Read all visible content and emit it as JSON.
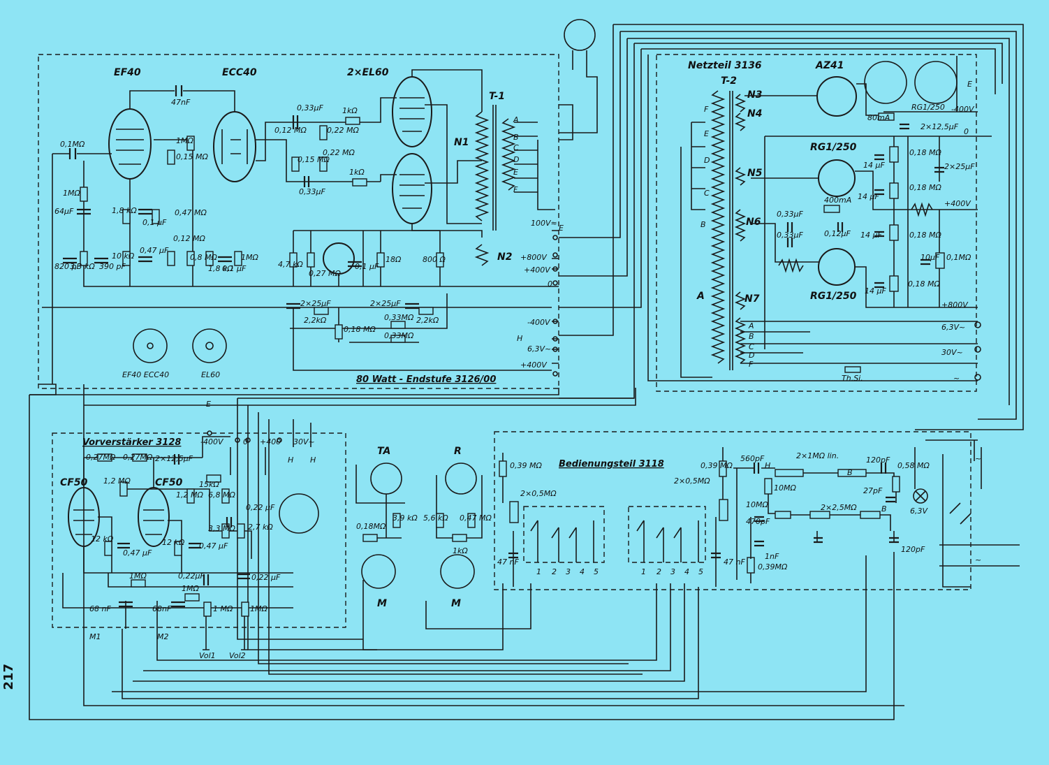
{
  "page_number": "217",
  "sections": {
    "endstufe": "80 Watt - Endstufe 3126/00",
    "netzteil": "Netzteil 3136",
    "vorverstaerker": "Vorverstärker 3128",
    "bedienungsteil": "Bedienungsteil 3118"
  },
  "tubes": {
    "ef40": "EF40",
    "ecc40": "ECC40",
    "el60": "2×EL60",
    "az41": "AZ41",
    "rg1": "RG1/250",
    "rg2": "RG1/250",
    "rg3": "RG1/250",
    "cf50a": "CF50",
    "cf50b": "CF50"
  },
  "socket_labels": {
    "ef40_ecc40": "EF40  ECC40",
    "el60": "EL60"
  },
  "transformers": {
    "t1": "T-1",
    "t2": "T-2",
    "n1": "N1",
    "n2": "N2",
    "n3": "N3",
    "n4": "N4",
    "n5": "N5",
    "n6": "N6",
    "n7": "N7"
  },
  "components_endstufe": [
    "0,1MΩ",
    "47nF",
    "1MΩ",
    "64µF",
    "1,8 kΩ",
    "0,1 µF",
    "820 pF",
    "3,3 kΩ",
    "390 pF",
    "10 kΩ",
    "1MΩ",
    "0,15 MΩ",
    "0,12 MΩ",
    "0,8 MΩ",
    "1,8 kΩ",
    "0,1 µF",
    "1MΩ",
    "0,47 MΩ",
    "0,47 µF",
    "0,33µF",
    "0,12 MΩ",
    "0,15 MΩ",
    "0,22 MΩ",
    "0,22 MΩ",
    "1kΩ",
    "1kΩ",
    "0,33µF",
    "4,7 kΩ",
    "0,27 MΩ",
    "0,1 µF",
    "18Ω",
    "800 Ω",
    "2×25µF",
    "2,2kΩ",
    "2×25µF",
    "0,33MΩ",
    "2,2kΩ",
    "0,33MΩ",
    "0,18 MΩ"
  ],
  "terminals_endstufe": [
    "100V≈",
    "E",
    "+800V",
    "+400V",
    "0",
    "-400V",
    "H",
    "6,3V~",
    "+400V"
  ],
  "transformer_taps": [
    "A",
    "B",
    "C",
    "D",
    "E",
    "F"
  ],
  "components_netzteil": [
    "80mA",
    "2×12,5µF",
    "-400V",
    "0",
    "0,18 MΩ",
    "14 µF",
    "2×25µF",
    "400mA",
    "0,18 MΩ",
    "14 µF",
    "+400V",
    "0,33µF",
    "0,33µF",
    "0,12µF",
    "14 µF",
    "0,18 MΩ",
    "10µF",
    "0,1MΩ",
    "14 µF",
    "0,18 MΩ",
    "+800V",
    "6,3V~",
    "30V~",
    "~",
    "Th.Si."
  ],
  "components_vorverstaerker": [
    "0,27MΩ",
    "0,27MΩ",
    "2×12,5µF",
    "1,2 MΩ",
    "15kΩ",
    "1,2 MΩ",
    "6,8 MΩ",
    "0,22 µF",
    "2,7 kΩ",
    "3,3 MΩ",
    "12 kΩ",
    "0,47 µF",
    "12 kΩ",
    "0,47 µF",
    "1MΩ",
    "0,22µF",
    "0,22 µF",
    "1MΩ",
    "68 nF",
    "68nF",
    "1 MΩ",
    "1MΩ"
  ],
  "vorverstaerker_terminals": [
    "-400V",
    "0",
    "+400",
    "30V~",
    "H",
    "H"
  ],
  "mic_labels": [
    "M1",
    "M2",
    "Vol1",
    "Vol2"
  ],
  "connectors": [
    "TA",
    "R",
    "M",
    "M",
    "E"
  ],
  "components_io": [
    "3,9 kΩ",
    "0,18MΩ",
    "5,6 kΩ",
    "0,47 MΩ",
    "1kΩ"
  ],
  "components_bedienung": [
    "0,39 MΩ",
    "2×0,5MΩ",
    "0,39 MΩ",
    "2×0,5MΩ",
    "47 nF",
    "47 nF",
    "560pF",
    "2×1MΩ lin.",
    "120pF",
    "0,58 MΩ",
    "10MΩ",
    "27pF",
    "10MΩ",
    "2×2,5MΩ",
    "470pF",
    "1nF",
    "0,39MΩ",
    "120pF",
    "6,3V",
    "H",
    "B",
    "B"
  ],
  "switch_numbers": [
    "1",
    "2",
    "3",
    "4",
    "5"
  ]
}
